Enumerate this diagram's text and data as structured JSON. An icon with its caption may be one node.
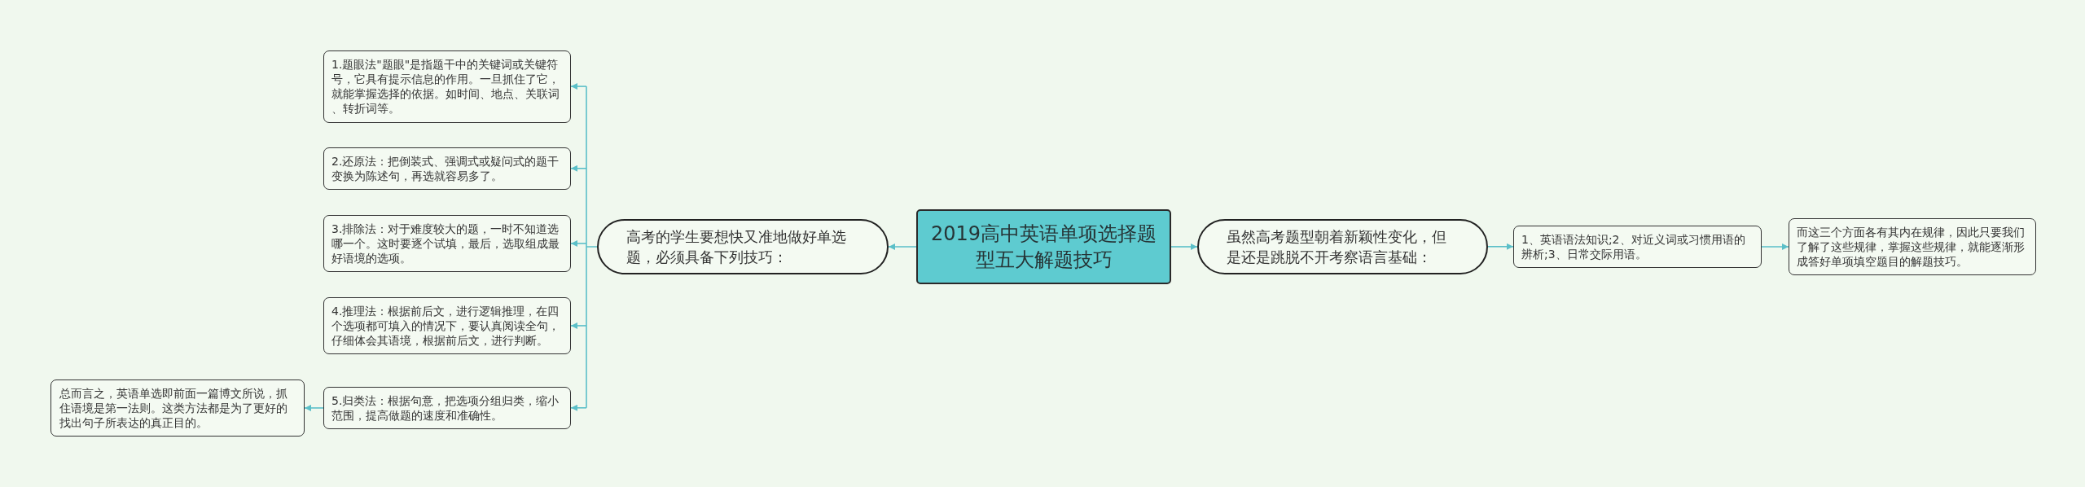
{
  "diagram": {
    "nodes": [
      {
        "text": [
          "2019高中英语单项选择题型五大解题技巧"
        ]
      },
      {
        "text": [
          "高考的学生要想快又准地做好单选题，必须具备下列技巧："
        ]
      },
      {
        "text": [
          "1.题眼法\"题眼\"是指题干中的关键词或关键符号，它具有提示信息的作用。一旦抓住了它，就能掌握选择的依据。如时间、地点、关联词、转折词等。"
        ]
      },
      {
        "text": [
          "2.还原法：把倒装式、强调式或疑问式的题干变换为陈述句，再选就容易多了。"
        ]
      },
      {
        "text": [
          "3.排除法：对于难度较大的题，一时不知道选哪一个。这时要逐个试填，最后，选取组成最好语境的选项。"
        ]
      },
      {
        "text": [
          "4.推理法：根据前后文，进行逻辑推理，在四个选项都可填入的情况下，要认真阅读全句，仔细体会其语境，根据前后文，进行判断。"
        ]
      },
      {
        "text": [
          "5.归类法：根据句意，把选项分组归类，缩小范围，提高做题的速度和准确性。"
        ]
      },
      {
        "text": [
          "总而言之，英语单选即前面一篇博文所说，抓住语境是第一法则。这类方法都是为了更好的找出句子所表达的真正目的。"
        ]
      },
      {
        "text": [
          "虽然高考题型朝着新颖性变化，但是还是跳脱不开考察语言基础："
        ]
      },
      {
        "text": [
          "1、英语语法知识;2、对近义词或习惯用语的辨析;3、日常交际用语。"
        ]
      },
      {
        "text": [
          "而这三个方面各有其内在规律，因此只要我们了解了这些规律，掌握这些规律，就能逐渐形成答好单项填空题目的解题技巧。"
        ]
      }
    ],
    "edges": [
      {
        "from": 0,
        "to": 1,
        "arrow": "to"
      },
      {
        "from": 1,
        "to": 2,
        "arrow": "to"
      },
      {
        "from": 1,
        "to": 3,
        "arrow": "to"
      },
      {
        "from": 1,
        "to": 4,
        "arrow": "to"
      },
      {
        "from": 1,
        "to": 5,
        "arrow": "to"
      },
      {
        "from": 1,
        "to": 6,
        "arrow": "to"
      },
      {
        "from": 6,
        "to": 7,
        "arrow": "to"
      },
      {
        "from": 0,
        "to": 8,
        "arrow": "to"
      },
      {
        "from": 8,
        "to": 9,
        "arrow": "to"
      },
      {
        "from": 9,
        "to": 10,
        "arrow": "to"
      }
    ]
  }
}
